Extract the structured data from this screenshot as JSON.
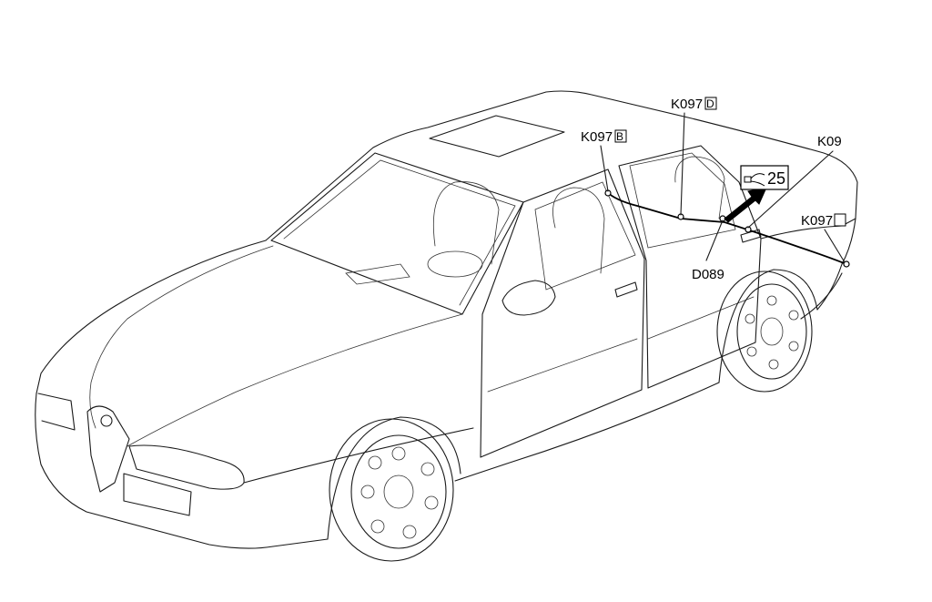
{
  "connectors": [
    {
      "id": "k097b",
      "code": "K097",
      "suffix": "B"
    },
    {
      "id": "k097d",
      "code": "K097",
      "suffix": "D"
    },
    {
      "id": "k09",
      "code": "K09",
      "suffix": ""
    },
    {
      "id": "k097",
      "code": "K097",
      "suffix": ""
    }
  ],
  "component": {
    "code": "D089"
  },
  "reference": {
    "number": "25"
  },
  "colors": {
    "line": "#1a1a1a",
    "background": "#ffffff"
  }
}
